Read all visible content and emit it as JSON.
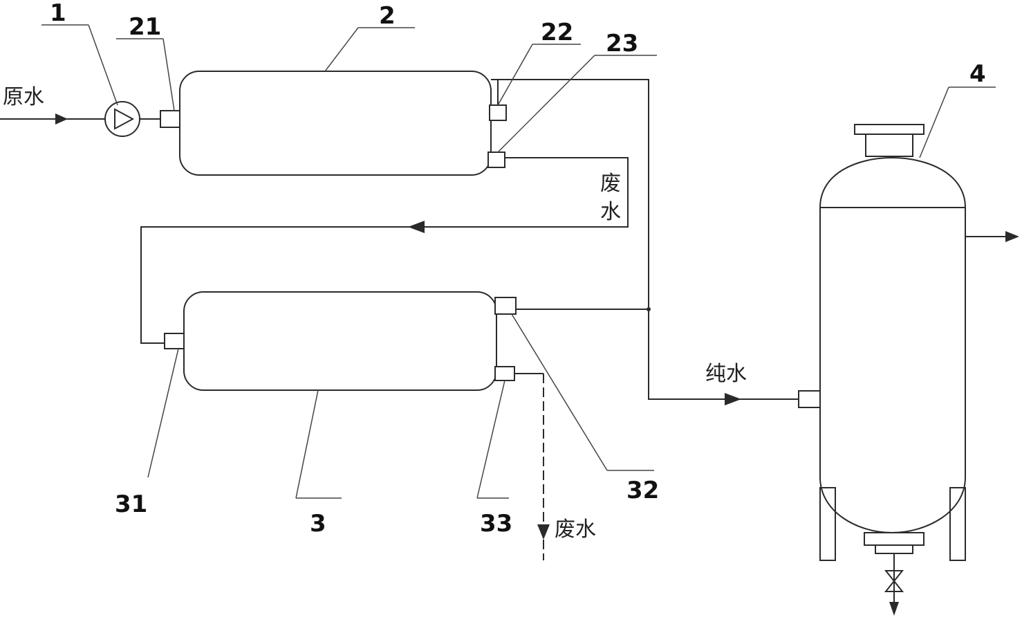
{
  "labels": {
    "pump": "1",
    "vessel_2": "2",
    "inlet_21": "21",
    "outlet_22": "22",
    "outlet_23": "23",
    "vessel_3": "3",
    "inlet_31": "31",
    "outlet_32": "32",
    "outlet_33": "33",
    "tank_4": "4"
  },
  "flow_text": {
    "raw_water": "原水",
    "waste_water_vertical_1": "废",
    "waste_water_vertical_2": "水",
    "pure_water": "纯水",
    "waste_water_bottom": "废水"
  }
}
